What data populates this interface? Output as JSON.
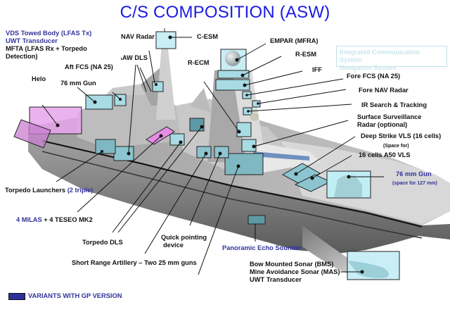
{
  "title": "C/S COMPOSITION (ASW)",
  "labels": {
    "vds_line1": "VDS Towed Body (LFAS Tx)",
    "vds_line2": "UWT Transducer",
    "mfta_line1": "MFTA (LFAS Rx + Torpedo",
    "mfta_line2": "Detection)",
    "nav_radar": "NAV Radar",
    "c_esm": "C-ESM",
    "aaw_dls": "AAW DLS",
    "aft_fcs": "Aft FCS (NA 25)",
    "helo": "Helo",
    "gun_aft": "76 mm Gun",
    "r_ecm": "R-ECM",
    "empar": "EMPAR (MFRA)",
    "r_esm": "R-ESM",
    "iff": "IFF",
    "fore_fcs": "Fore FCS (NA 25)",
    "fore_nav": "Fore NAV Radar",
    "irst": "IR Search & Tracking",
    "ssr_line1": "Surface Surveillance",
    "ssr_line2": "Radar (optional)",
    "deep_strike": "Deep Strike VLS (16 cells)",
    "deep_strike_note": "(Space for)",
    "a50_vls": "16 cells A50 VLS",
    "gun_fore": "76 mm Gun",
    "gun_fore_note": "(space for 127 mm)",
    "torpedo_launchers": "Torpedo Launchers",
    "torpedo_launchers_note": "(2 triple)",
    "milas": "4 MILAS",
    "teseo": "+ 4 TESEO MK2",
    "torpedo_dls": "Torpedo DLS",
    "qpd_line1": "Quick pointing",
    "qpd_line2": "device",
    "sra": "Short Range Artillery  – Two 25 mm guns",
    "echo_sounder": "Panoramic Echo Sounder",
    "bms_line1": "Bow Mounted Sonar (BMS)",
    "bms_line2": "Mine Avoidance Sonar (MAS)",
    "bms_line3": "UWT Transducer"
  },
  "ics_box": {
    "line1": "Integrated Communication System",
    "line2": "Navigation System"
  },
  "legend": {
    "label": "VARIANTS WITH GP VERSION",
    "color": "#2f2f9a"
  },
  "colors": {
    "title": "#1a1ae6",
    "highlight_blue": "#33339a",
    "equipment_box": "#a8dbe3",
    "gp_variant_box": "#e48de4",
    "hull": "#9a9a9a"
  }
}
